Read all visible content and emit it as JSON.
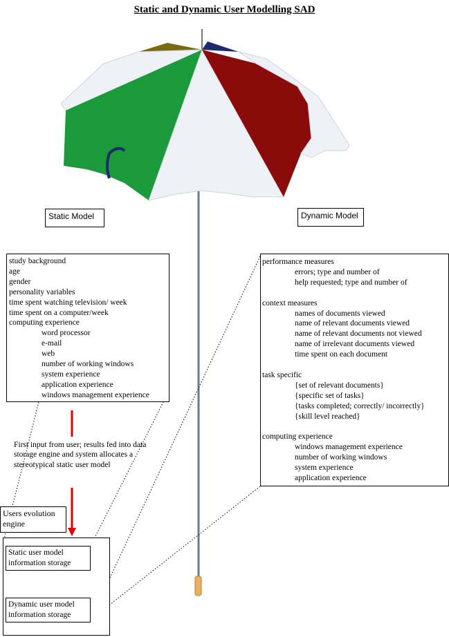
{
  "title": "Static and Dynamic User Modelling SAD",
  "labels": {
    "static_model": "Static Model",
    "dynamic_model": "Dynamic Model",
    "evolution_engine": "Users evolution engine",
    "static_storage": "Static user model information storage",
    "dynamic_storage": "Dynamic user model information storage"
  },
  "static_list": {
    "items": [
      "study background",
      "age",
      "gender",
      "personality variables",
      "time spent watching television/ week",
      "time spent on a computer/week",
      "computing experience"
    ],
    "sub_items": [
      "word processor",
      "e-mail",
      "web",
      "number of working windows",
      "system experience",
      "application experience",
      "windows management experience"
    ]
  },
  "flow_text": "First input from user; results fed into data storage engine and system allocates a stereotypical static user model",
  "dynamic_list": {
    "sections": [
      {
        "heading": "performance measures",
        "items": [
          "errors; type and number of",
          "help requested; type and number of"
        ]
      },
      {
        "heading": "context measures",
        "items": [
          "names of documents viewed",
          "name of relevant documents viewed",
          "name of relevant documents not viewed",
          "name of irrelevant documents viewed",
          "time spent on each document"
        ]
      },
      {
        "heading": "task specific",
        "items": [
          "{set of relevant documents}",
          "{specific set of tasks}",
          "{tasks completed; correctly/ incorrectly}",
          "{skill level reached}"
        ]
      },
      {
        "heading": "computing experience",
        "items": [
          "windows management experience",
          "number of working windows",
          "system experience",
          "application experience"
        ]
      }
    ]
  },
  "colors": {
    "arrow": "#e00000",
    "umbrella_green": "#1a9a3a",
    "umbrella_red": "#8b0a0a",
    "umbrella_white": "#eef1f5",
    "umbrella_olive": "#7a6a10",
    "umbrella_navy": "#1a2a6a",
    "handle": "#e8b060"
  }
}
